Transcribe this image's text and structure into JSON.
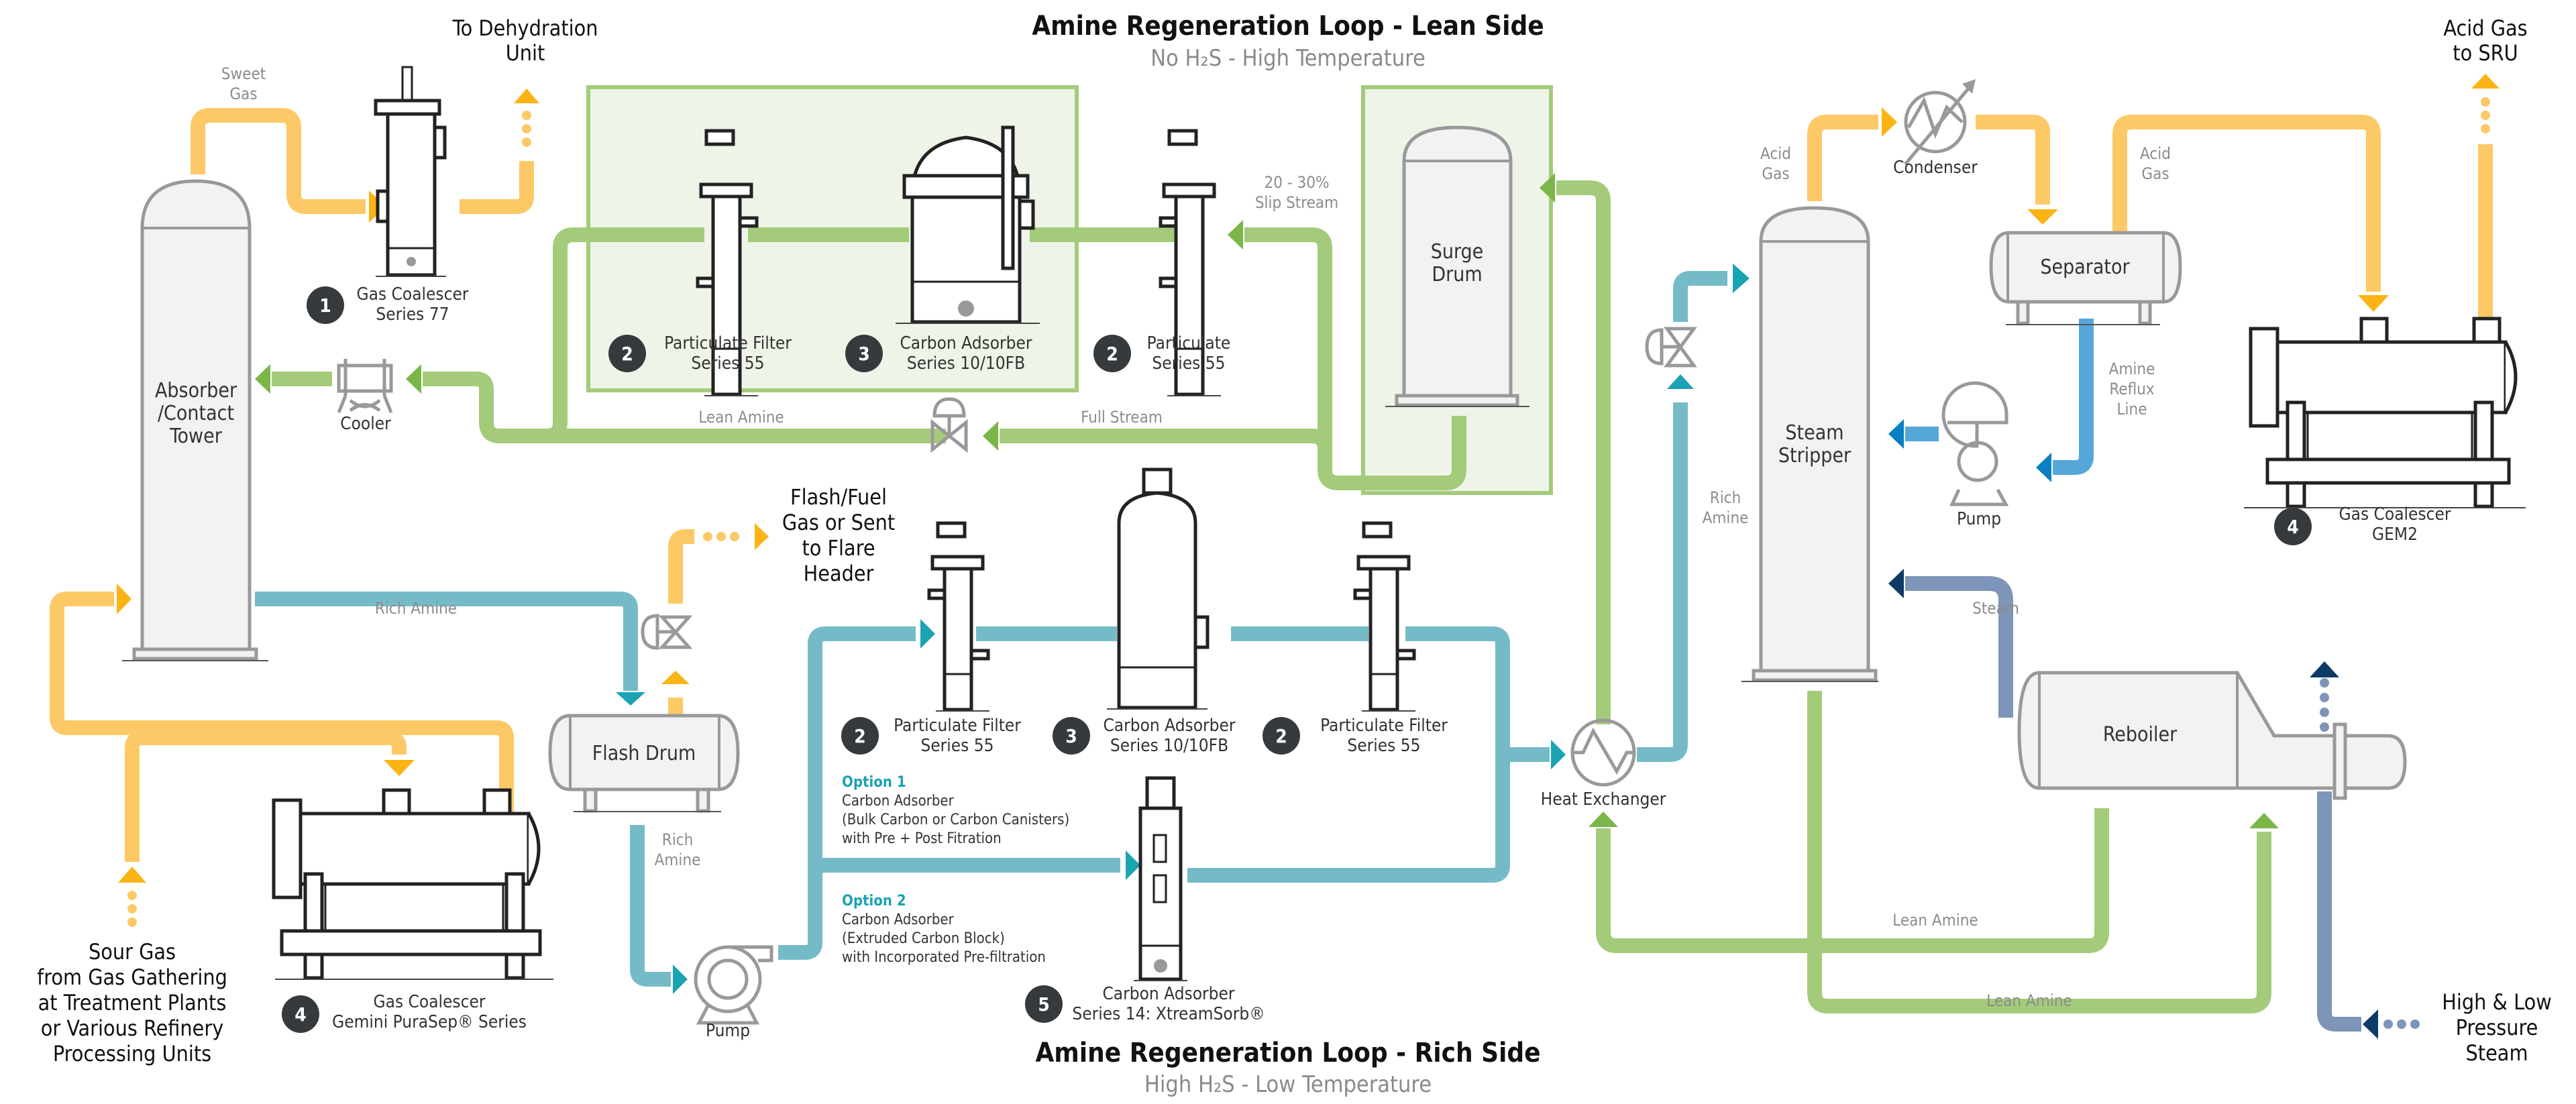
{
  "titles": {
    "lean_title": "Amine Regeneration Loop - Lean Side",
    "lean_subtitle": "No H₂S - High Temperature",
    "rich_title": "Amine Regeneration Loop - Rich Side",
    "rich_subtitle": "High H₂S - Low Temperature"
  },
  "colors": {
    "gas": "#fdc966",
    "gas_arrow": "#fbb315",
    "lean_amine": "#a3cb7a",
    "lean_arrow": "#7ab648",
    "rich_amine": "#75bbc7",
    "rich_arrow": "#1aa3b3",
    "reflux": "#56a7d9",
    "reflux_arrow": "#0a7fc2",
    "steam": "#7c95b8",
    "steam_arrow": "#0d3a66",
    "badge": "#363a3c",
    "highlight_box": "#eef4e7"
  },
  "endpoints": {
    "dehydration": [
      "To Dehydration",
      "Unit"
    ],
    "acid_gas_sru": [
      "Acid Gas",
      "to SRU"
    ],
    "flash_fuel": [
      "Flash/Fuel",
      "Gas or Sent",
      "to Flare",
      "Header"
    ],
    "sour_gas": [
      "Sour Gas",
      "from Gas Gathering",
      "at Treatment Plants",
      "or Various Refinery",
      "Processing Units"
    ],
    "steam_source": [
      "High & Low",
      "Pressure",
      "Steam"
    ]
  },
  "vessels": {
    "absorber": [
      "Absorber",
      "/Contact",
      "Tower"
    ],
    "surge_drum": [
      "Surge",
      "Drum"
    ],
    "steam_stripper": [
      "Steam",
      "Stripper"
    ],
    "separator": "Separator",
    "flash_drum": "Flash Drum",
    "reboiler": "Reboiler"
  },
  "symbols": {
    "cooler": "Cooler",
    "condenser": "Condenser",
    "heat_exchanger": "Heat Exchanger",
    "pump_reflux": "Pump",
    "pump_rich": "Pump"
  },
  "stream_labels": {
    "sweet_gas": [
      "Sweet",
      "Gas"
    ],
    "lean_amine_top": "Lean Amine",
    "full_stream": "Full Stream",
    "slip_stream": [
      "20 - 30%",
      "Slip Stream"
    ],
    "rich_amine_mid": "Rich Amine",
    "rich_amine_flash": [
      "Rich",
      "Amine"
    ],
    "rich_amine_stripper": [
      "Rich",
      "Amine"
    ],
    "acid_gas_1": [
      "Acid",
      "Gas"
    ],
    "acid_gas_2": [
      "Acid",
      "Gas"
    ],
    "amine_reflux": [
      "Amine",
      "Reflux",
      "Line"
    ],
    "steam": "Steam",
    "lean_amine_1": "Lean Amine",
    "lean_amine_2": "Lean Amine"
  },
  "equipment": [
    {
      "badge": "1",
      "name": "Gas Coalescer",
      "series": "Series 77"
    },
    {
      "badge": "2",
      "name": "Particulate Filter",
      "series": "Series 55"
    },
    {
      "badge": "3",
      "name": "Carbon Adsorber",
      "series": "Series 10/10FB"
    },
    {
      "badge": "2",
      "name": "Particulate",
      "series": "Series 55"
    },
    {
      "badge": "4",
      "name": "Gas Coalescer",
      "series": "GEM2"
    },
    {
      "badge": "2",
      "name": "Particulate Filter",
      "series": "Series 55"
    },
    {
      "badge": "3",
      "name": "Carbon Adsorber",
      "series": "Series 10/10FB"
    },
    {
      "badge": "2",
      "name": "Particulate Filter",
      "series": "Series 55"
    },
    {
      "badge": "5",
      "name": "Carbon Adsorber",
      "series": "Series 14: XtreamSorb®"
    },
    {
      "badge": "4",
      "name": "Gas Coalescer",
      "series": "Gemini PuraSep® Series"
    }
  ],
  "options": [
    {
      "title": "Option 1",
      "lines": [
        "Carbon Adsorber",
        "(Bulk Carbon or Carbon Canisters)",
        "with Pre + Post Fitration"
      ]
    },
    {
      "title": "Option 2",
      "lines": [
        "Carbon Adsorber",
        "(Extruded Carbon Block)",
        "with Incorporated Pre-filtration"
      ]
    }
  ]
}
